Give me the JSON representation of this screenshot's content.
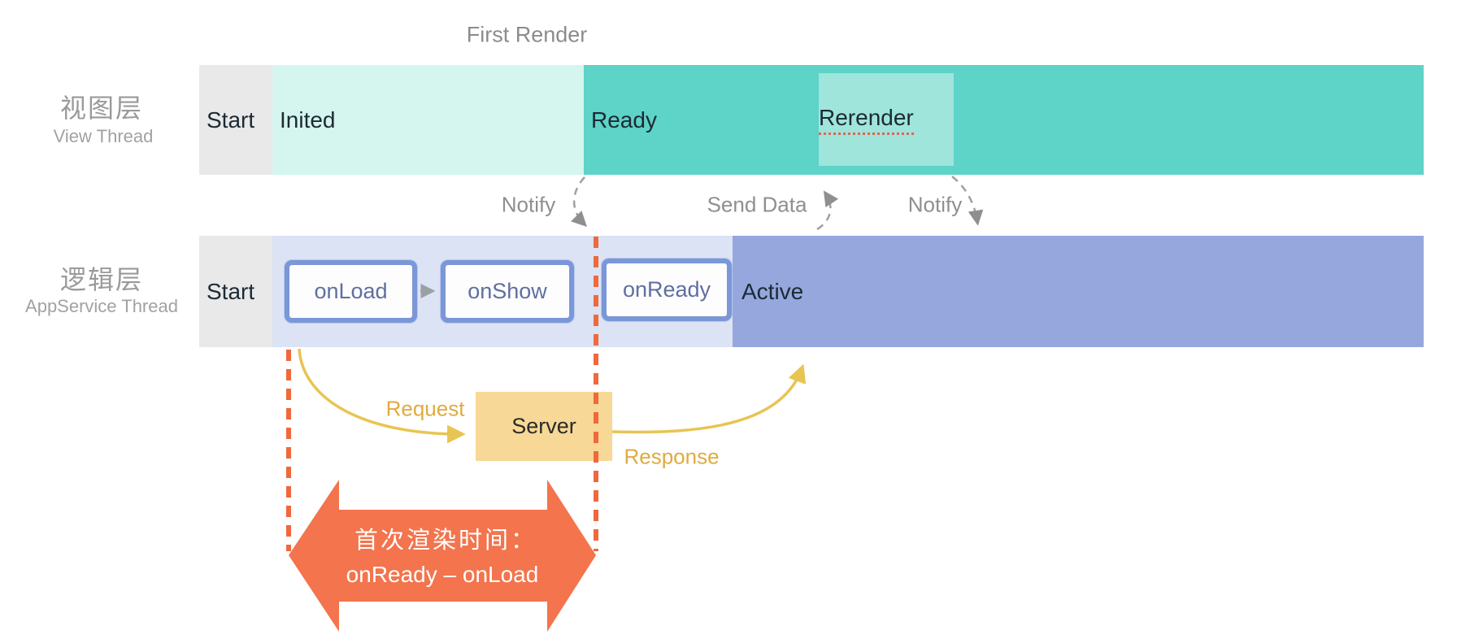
{
  "first_render_label": "First Render",
  "view_thread": {
    "zh_label": "视图层",
    "en_label": "View Thread",
    "segments": {
      "start": "Start",
      "inited": "Inited",
      "ready": "Ready"
    },
    "rerender_label": "Rerender"
  },
  "gap_messages": {
    "notify_left": "Notify",
    "send_data": "Send Data",
    "notify_right": "Notify"
  },
  "app_thread": {
    "zh_label": "逻辑层",
    "en_label": "AppService Thread",
    "segments": {
      "start": "Start",
      "active": "Active"
    },
    "lifecycle": {
      "onload": "onLoad",
      "onshow": "onShow",
      "onready": "onReady"
    }
  },
  "network": {
    "server_label": "Server",
    "request_label": "Request",
    "response_label": "Response"
  },
  "metric": {
    "line1": "首次渲染时间：",
    "line2": "onReady – onLoad"
  },
  "colors": {
    "ready_teal": "#5ed3c8",
    "inited_mint": "#d5f5ef",
    "rerender_highlight": "#9fe5dc",
    "start_gray": "#e9e9e9",
    "lifecycle_lavender": "#dbe3f4",
    "active_blue": "#95a7dd",
    "lifecycle_box_border": "#7b97d8",
    "lifecycle_box_text": "#5f6fa0",
    "server_fill": "#f8d896",
    "request_response_gold": "#e0ab40",
    "network_line_yellow": "#e8c452",
    "metric_arrow_orange": "#f3744d",
    "divider_dash_orange": "#f0683c",
    "annotation_gray": "#8f8f8f",
    "dark_text": "#1c2a33"
  }
}
